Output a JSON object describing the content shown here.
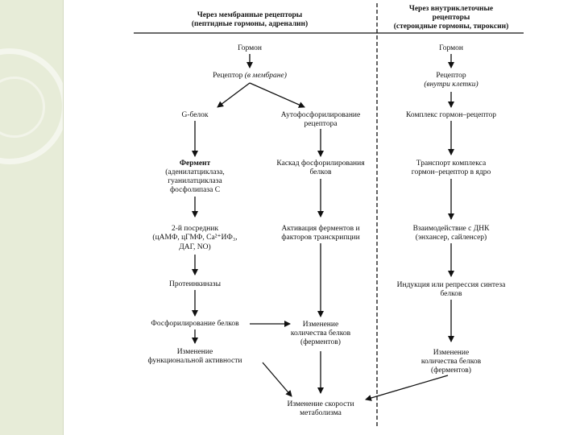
{
  "header": {
    "left_title": "Через мембранные рецепторы",
    "left_subtitle": "(пептидные гормоны, адреналин)",
    "right_title_1": "Через внутриклеточные",
    "right_title_2": "рецепторы",
    "right_subtitle": "(стероидные гормоны, тироксин)"
  },
  "left": {
    "hormone": "Гормон",
    "receptor": "Рецептор",
    "receptor_note": "(в мембране)",
    "g_protein": "G-белок",
    "autophos_1": "Аутофосфорилирование",
    "autophos_2": "рецептора",
    "enzyme_title": "Фермент",
    "enzyme_1": "(аденилатциклаза,",
    "enzyme_2": "гуанилатциклаза",
    "enzyme_3": "фосфолипаза С",
    "cascade_1": "Каскад фосфорилирования",
    "cascade_2": "белков",
    "messenger_1": "2-й посредник",
    "messenger_2": "(цАМФ, цГМФ, Са²⁺ИФ₃,",
    "messenger_3": "ДАГ, NO)",
    "activation_1": "Активация ферментов и",
    "activation_2": "факторов транскрипции",
    "kinases": "Протеинкиназы",
    "phosphorylation": "Фосфорилирование белков",
    "amount_1": "Изменение",
    "amount_2": "количества белков",
    "amount_3": "(ферментов)",
    "activity_1": "Изменение",
    "activity_2": "функциональной активности",
    "rate_1": "Изменение скорости",
    "rate_2": "метаболизма"
  },
  "right": {
    "hormone": "Гормон",
    "receptor": "Рецептор",
    "receptor_note": "(внутри клетки)",
    "complex": "Комплекс гормон–рецептор",
    "transport_1": "Транспорт комплекса",
    "transport_2": "гормон–рецептор в ядро",
    "dna_1": "Взаимодействие с ДНК",
    "dna_2": "(энхансер, сайленсер)",
    "induction_1": "Индукция или репрессия синтеза",
    "induction_2": "белков",
    "amount_1": "Изменение",
    "amount_2": "количества белков",
    "amount_3": "(ферментов)"
  },
  "colors": {
    "sidebar": "#e7ecd8",
    "ink": "#111111"
  }
}
